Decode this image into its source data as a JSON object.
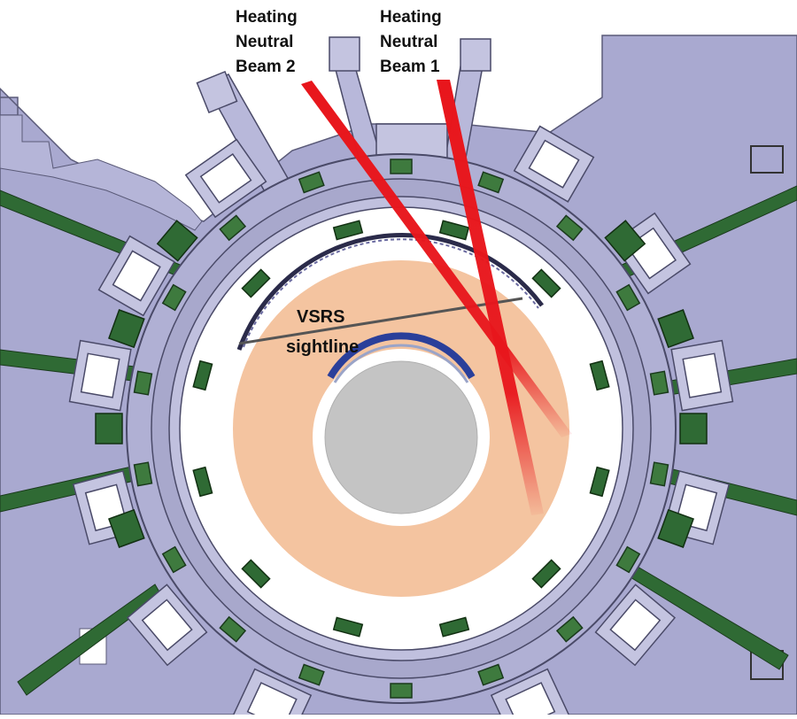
{
  "labels": {
    "beam2": [
      "Heating",
      "Neutral",
      "Beam 2"
    ],
    "beam1": [
      "Heating",
      "Neutral",
      "Beam 1"
    ],
    "sightline": [
      "VSRS",
      "sightline"
    ]
  },
  "colors": {
    "background": "#ffffff",
    "structure": "#a9a9d0",
    "structure_light": "#c4c4e0",
    "structure_edge": "#5a5a78",
    "component_green": "#2f6a34",
    "component_green_light": "#5a9a5a",
    "plasma": "#f4c4a0",
    "center_column": "#c4c4c4",
    "beam_red": "#e8161c",
    "sightline_gray": "#555555",
    "port_window": "#ffffff",
    "inner_tile_blue": "#2a3f9a"
  },
  "icons": [
    "neutral-beam-injector-icon",
    "vacuum-vessel-icon",
    "plasma-region-icon",
    "center-stack-icon"
  ]
}
